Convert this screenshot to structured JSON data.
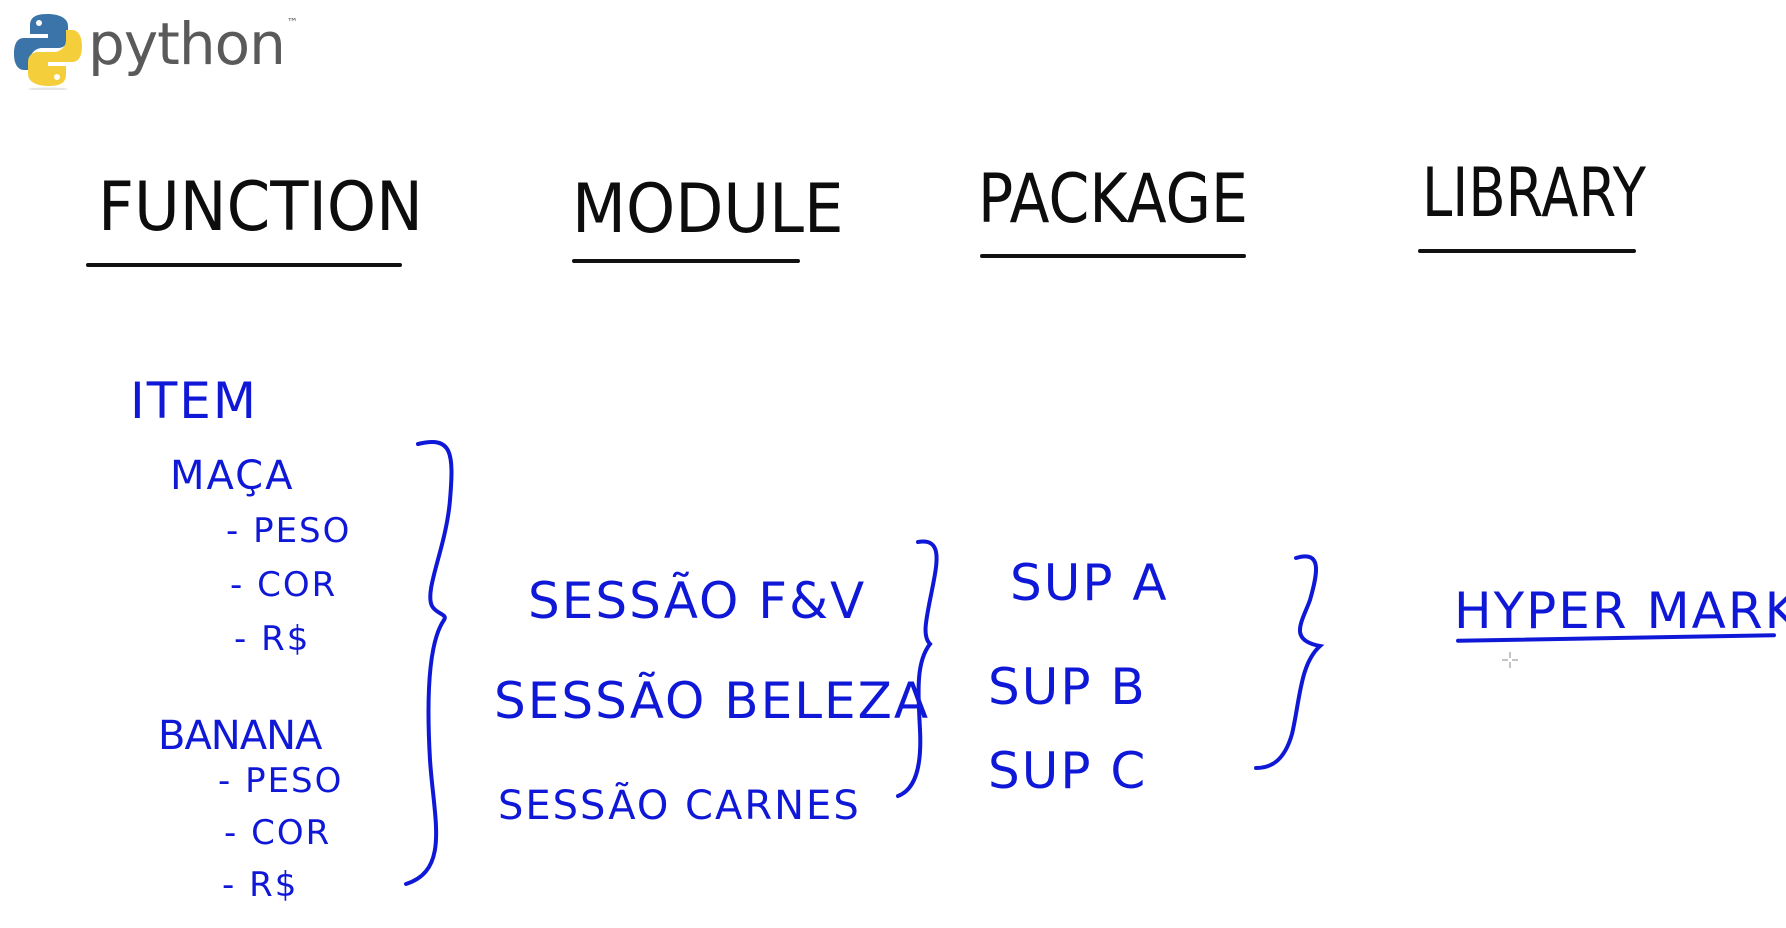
{
  "logo": {
    "icon": "python-logo-icon",
    "wordmark": "python",
    "trademark": "™"
  },
  "headings": [
    "FUNCTION",
    "MODULE",
    "PACKAGE",
    "LIBRARY"
  ],
  "item_group": {
    "title": "ITEM",
    "items": [
      {
        "name": "MAÇA",
        "attributes": [
          "- PESO",
          "- COR",
          "- R$"
        ]
      },
      {
        "name": "BANANA",
        "attributes": [
          "- PESO",
          "- COR",
          "- R$"
        ]
      }
    ]
  },
  "sections": [
    "SESSÃO F&V",
    "SESSÃO BELEZA",
    "SESSÃO CARNES"
  ],
  "supermarkets": [
    "SUP A",
    "SUP B",
    "SUP C"
  ],
  "library_example": "HYPER MARKET",
  "colors": {
    "heading_ink": "#0d0d0d",
    "marker_ink": "#1018d8",
    "logo_blue": "#3a74a8",
    "logo_yellow": "#f5cf3b"
  }
}
